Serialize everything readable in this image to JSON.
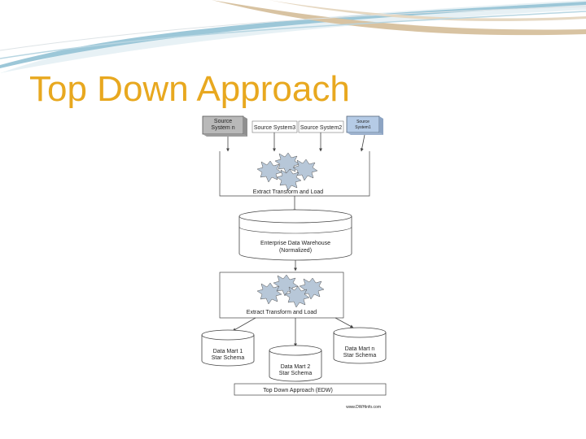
{
  "slide": {
    "title": "Top Down Approach",
    "title_color": "#e8a81f"
  },
  "diagram": {
    "sources": [
      {
        "label_line1": "Source",
        "label_line2": "System n",
        "style": "gray-box"
      },
      {
        "label": "Source System3",
        "style": "plain"
      },
      {
        "label": "Source System2",
        "style": "plain"
      },
      {
        "label_line1": "Source",
        "label_line2": "System1",
        "style": "blue-box"
      }
    ],
    "etl_top_label": "Extract Transform and Load",
    "edw_line1": "Enterprise Data Warehouse",
    "edw_line2": "(Normalized)",
    "etl_bottom_label": "Extract Transform and Load",
    "marts": [
      {
        "line1": "Data Mart 1",
        "line2": "Star Schema"
      },
      {
        "line1": "Data Mart 2",
        "line2": "Star Schema"
      },
      {
        "line1": "Data Mart n",
        "line2": "Star Schema"
      }
    ],
    "caption": "Top Down Approach (EDW)",
    "credit": "www.DWHinfo.com"
  },
  "colors": {
    "decoration_blue": "#9cc7d8",
    "decoration_tan": "#d8c3a2",
    "line": "#444444",
    "star_fill": "#b7c7d8",
    "source_gray": "#b9b9b9",
    "source_blue": "#b5cbe6"
  }
}
